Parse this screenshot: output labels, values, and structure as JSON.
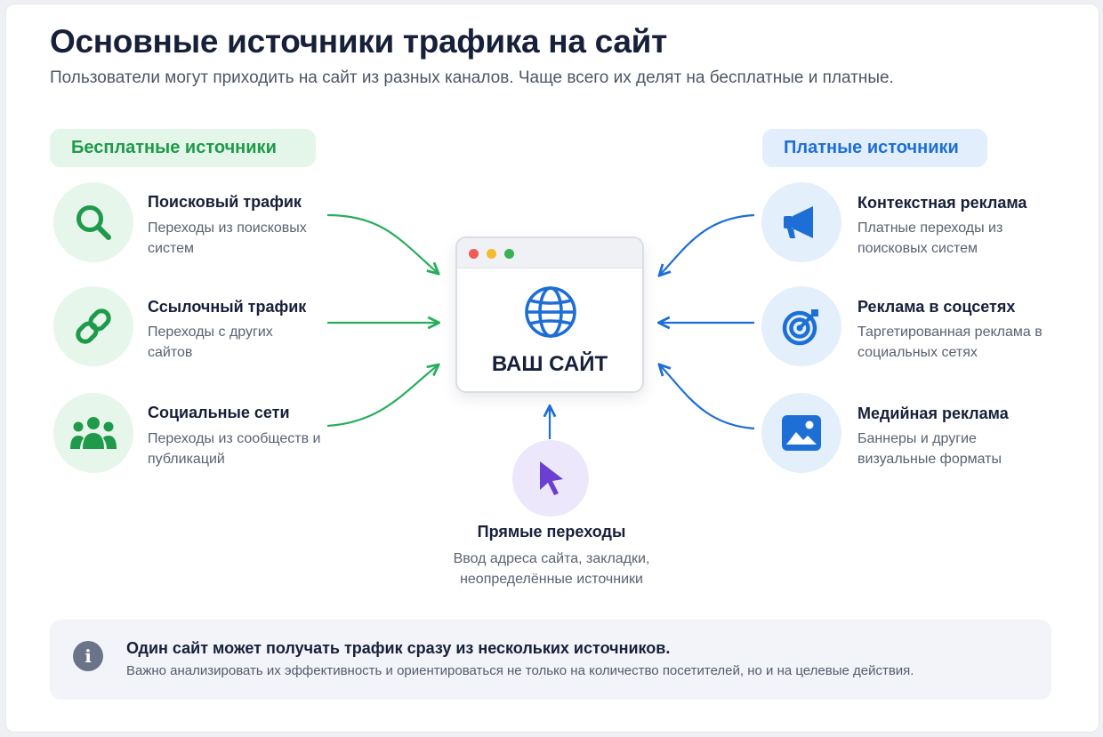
{
  "title": "Основные источники трафика на сайт",
  "subtitle": "Пользователи могут приходить на сайт из разных каналов. Чаще всего их делят на бесплатные и платные.",
  "free": {
    "heading": "Бесплатные источники",
    "color": "#1f9a4a",
    "items": [
      {
        "icon": "search-icon",
        "title": "Поисковый трафик",
        "desc": "Переходы из поисковых систем"
      },
      {
        "icon": "link-icon",
        "title": "Ссылочный трафик",
        "desc": "Переходы с других сайтов"
      },
      {
        "icon": "people-icon",
        "title": "Социальные сети",
        "desc": "Переходы из сообществ и публикаций"
      }
    ]
  },
  "paid": {
    "heading": "Платные источники",
    "color": "#1d6fd6",
    "items": [
      {
        "icon": "megaphone-icon",
        "title": "Контекстная реклама",
        "desc": "Платные переходы из поисковых систем"
      },
      {
        "icon": "target-icon",
        "title": "Реклама в соцсетях",
        "desc": "Таргетированная реклама в социальных сетях"
      },
      {
        "icon": "image-icon",
        "title": "Медийная реклама",
        "desc": "Баннеры и другие визуальные форматы"
      }
    ]
  },
  "center": {
    "label": "ВАШ САЙТ",
    "icon": "globe-icon"
  },
  "direct": {
    "icon": "cursor-icon",
    "title": "Прямые переходы",
    "desc": "Ввод адреса сайта, закладки, неопределённые источники",
    "color": "#6a3fd1"
  },
  "note": {
    "icon": "info-icon",
    "title": "Один сайт может получать трафик сразу из нескольких источников.",
    "text": "Важно анализировать их эффективность и ориентироваться не только на количество посетителей, но и на целевые действия."
  }
}
